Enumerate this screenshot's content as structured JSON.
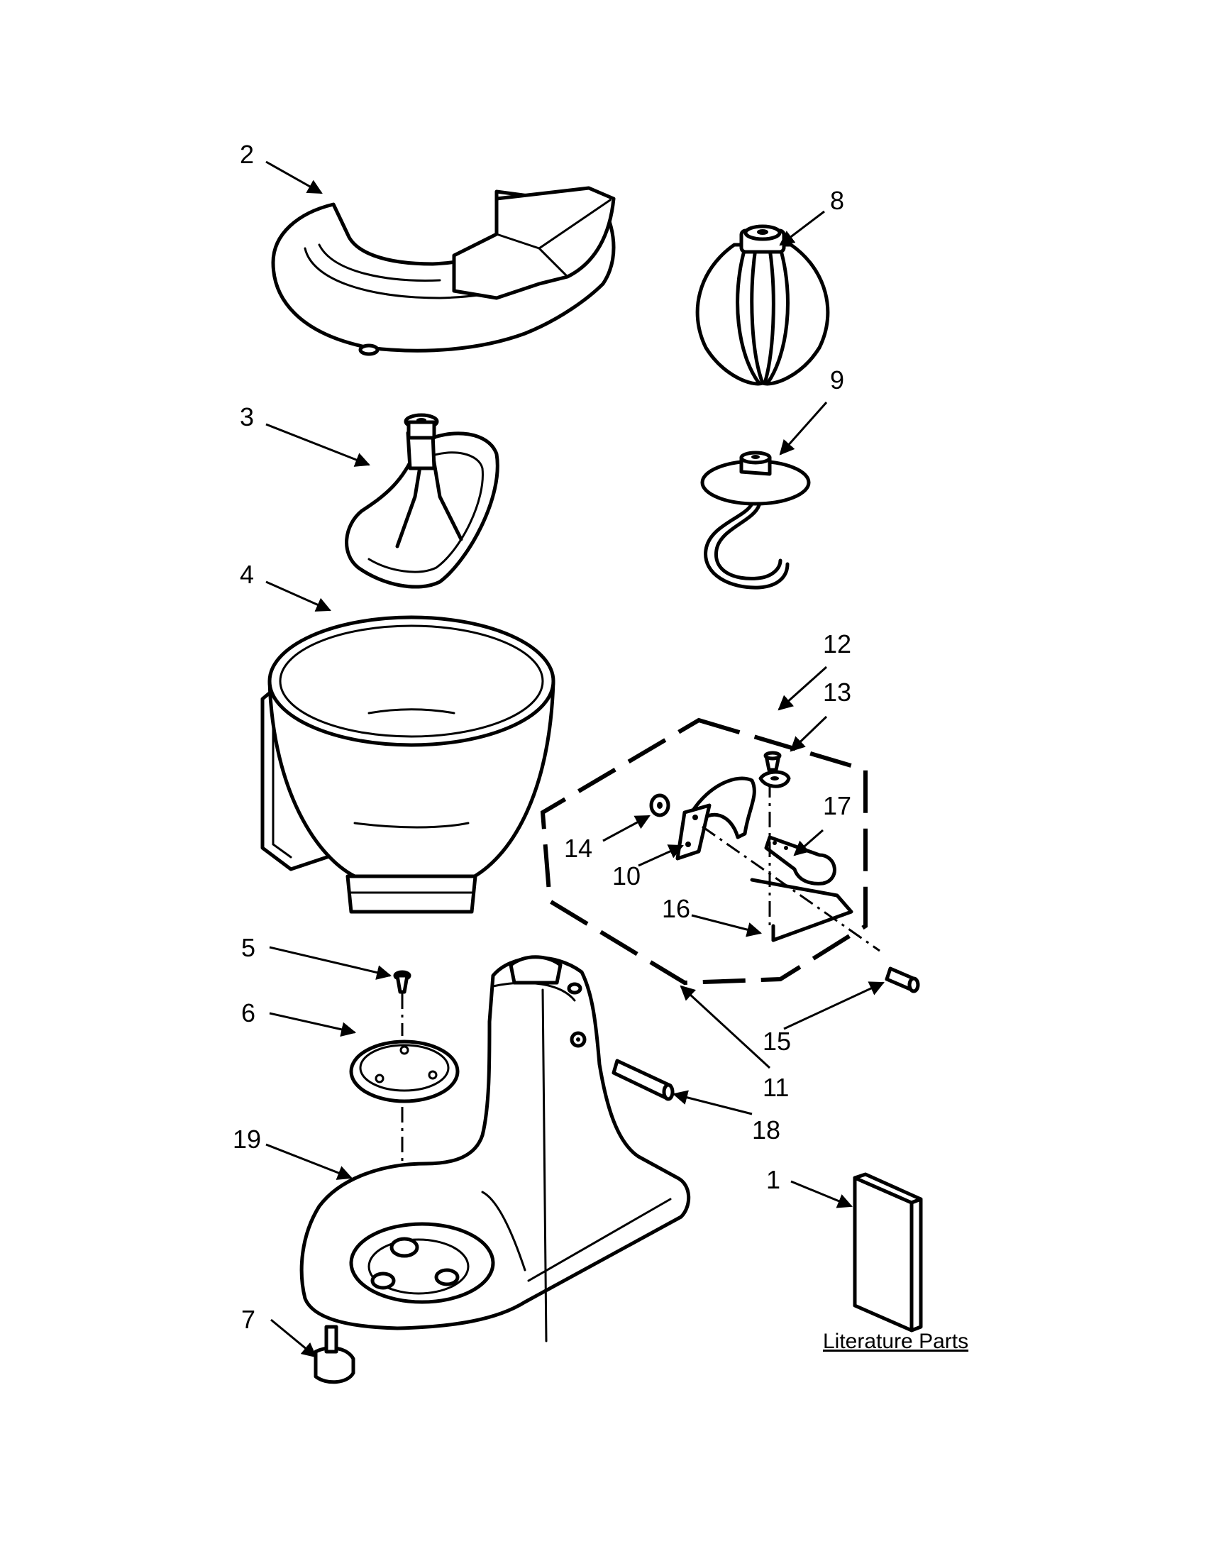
{
  "callouts": {
    "c1": "1",
    "c2": "2",
    "c3": "3",
    "c4": "4",
    "c5": "5",
    "c6": "6",
    "c7": "7",
    "c8": "8",
    "c9": "9",
    "c10": "10",
    "c11": "11",
    "c12": "12",
    "c13": "13",
    "c14": "14",
    "c15": "15",
    "c16": "16",
    "c17": "17",
    "c18": "18",
    "c19": "19"
  },
  "literature_label": "Literature Parts",
  "colors": {
    "ink": "#000000",
    "paper": "#ffffff"
  }
}
